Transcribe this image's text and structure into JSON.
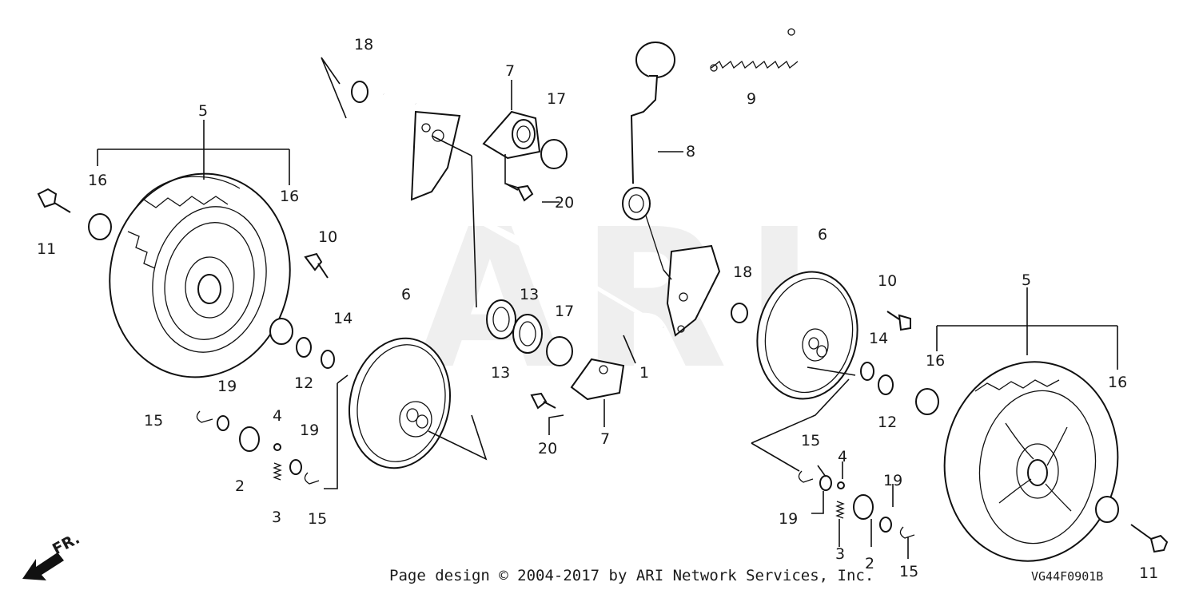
{
  "watermark": "ARI",
  "footer": {
    "copyright": "Page design © 2004-2017 by ARI Network Services, Inc.",
    "figure_id": "VG44F0901B",
    "direction_label": "FR."
  },
  "callouts": {
    "c1": "1",
    "c2a": "2",
    "c2b": "2",
    "c3a": "3",
    "c3b": "3",
    "c4a": "4",
    "c4b": "4",
    "c5a": "5",
    "c5b": "5",
    "c6a": "6",
    "c6b": "6",
    "c7a": "7",
    "c7b": "7",
    "c8": "8",
    "c9": "9",
    "c10a": "10",
    "c10b": "10",
    "c11a": "11",
    "c11b": "11",
    "c12a": "12",
    "c12b": "12",
    "c13a": "13",
    "c13b": "13",
    "c14a": "14",
    "c14b": "14",
    "c15a": "15",
    "c15b": "15",
    "c15c": "15",
    "c16a": "16",
    "c16b": "16",
    "c16c": "16",
    "c16d": "16",
    "c17a": "17",
    "c17b": "17",
    "c18a": "18",
    "c18b": "18",
    "c19a": "19",
    "c19b": "19",
    "c19c": "19",
    "c19d": "19",
    "c20a": "20",
    "c20b": "20"
  }
}
